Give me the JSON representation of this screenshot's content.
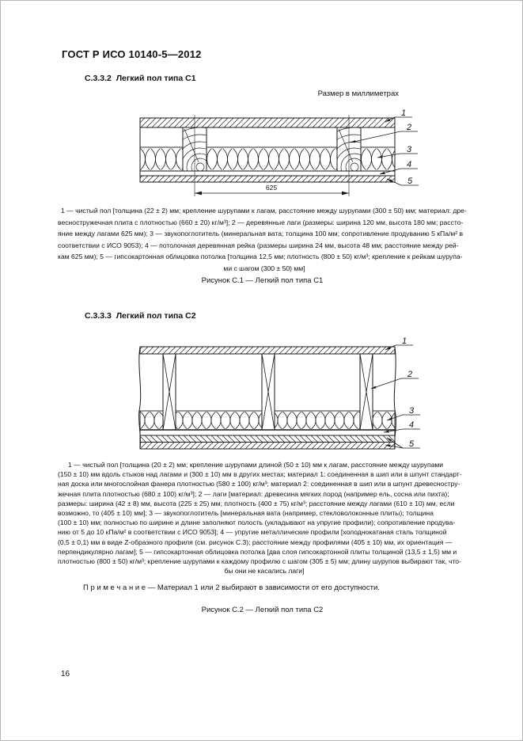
{
  "page": {
    "header": "ГОСТ Р ИСО 10140-5—2012",
    "page_number": "16"
  },
  "section_c1": {
    "heading": "С.3.3.2  Легкий пол типа С1",
    "units_note": "Размер в миллиметрах",
    "figure": {
      "callouts": [
        "1",
        "2",
        "3",
        "4",
        "5"
      ],
      "dimension": "625"
    },
    "caption_lines": [
      "1 — чистый пол [толщина (22 ± 2) мм; крепление шурупами к лагам, расстояние между шурупами (300 ± 50) мм; материал: дре-",
      "весностружечная плита с плотностью (660 ± 20) кг/м³]; 2 — деревянные лаги (размеры: ширина 120 мм, высота 180 мм; рассто-",
      "яние между лагами 625 мм); 3 — звукопоглотитель (минеральная вата; толщина 100 мм; сопротивление продуванию 5 кПа/м² в",
      "соответствии с ИСО 9053); 4 — потолочная деревянная рейка (размеры ширина 24 мм, высота 48 мм; расстояние между рей-",
      "кам 625 мм); 5 — гипсокартонная облицовка потолка [толщина 12,5 мм; плотность (800 ± 50) кг/м³; крепление к рейкам шурупа-",
      "ми с шагом (300 ± 50) мм]"
    ],
    "figure_caption": "Рисунок С.1 — Легкий пол типа С1"
  },
  "section_c2": {
    "heading": "С.3.3.3  Легкий пол типа С2",
    "figure": {
      "callouts": [
        "1",
        "2",
        "3",
        "4",
        "5"
      ]
    },
    "caption_lines": [
      "1 — чистый пол [толщина (20 ± 2) мм; крепление шурупами длиной (50 ± 10) мм к лагам, расстояние между шурупами",
      "(150 ± 10) мм вдоль стыков над лагами и (300 ± 10) мм в других местах; материал 1: соединенная в шип или в шпунт стандарт-",
      "ная доска или многослойная фанера плотностью (580 ± 100) кг/м³; материал 2: соединенная в шип или в шпунт древесностру-",
      "жечная плита плотностью (680 ± 100) кг/м³]; 2 — лаги [материал: древесина мягких пород (например ель, сосна или пихта);",
      "размеры: ширина (42 ± 8) мм, высота (225 ± 25) мм; плотность (400 ± 75) кг/м³; расстояние между лагами (610 ± 10) мм, если",
      "возможно, то (405 ± 10) мм]; 3 — звукопоглотитель [минеральная вата (например, стекловолоконные плиты); толщина",
      "(100 ± 10) мм; полностью по ширине и длине заполняют полость (укладывают на упругие профили); сопротивление продува-",
      "нию от 5 до 10 кПа/м² в соответствии с ИСО 9053]; 4 — упругие металлические профили [холоднокатаная сталь толщиной",
      "(0,5 ± 0,1) мм в виде Z-образного профиля (см. рисунок С.3); расстояние между профилями (405 ± 10) мм, их ориентация —",
      "перпендикулярно лагам]; 5 — гипсокартонная облицовка потолка [два слоя гипсокартонной плиты толщиной (13,5 ± 1,5) мм и",
      "плотностью (800 ± 50) кг/м³; крепление шурупами к каждому профилю с шагом (305 ± 5) мм; длину шурупов выбирают так, что-",
      "бы они не касались лаги]"
    ],
    "note": "П р и м е ч а н и е — Материал 1 или 2 выбирают в зависимости от его доступности.",
    "figure_caption": "Рисунок С.2 — Легкий пол типа С2"
  }
}
